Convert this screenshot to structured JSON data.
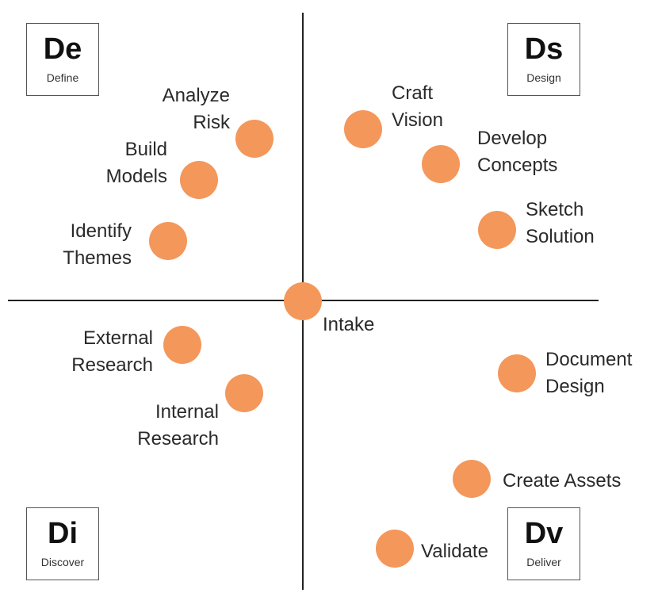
{
  "quadrants": {
    "define": {
      "abbr": "De",
      "label": "Define"
    },
    "design": {
      "abbr": "Ds",
      "label": "Design"
    },
    "discover": {
      "abbr": "Di",
      "label": "Discover"
    },
    "deliver": {
      "abbr": "Dv",
      "label": "Deliver"
    }
  },
  "steps": {
    "intake": "Intake",
    "analyze_risk": "Analyze\nRisk",
    "build_models": "Build\nModels",
    "identify_themes": "Identify\nThemes",
    "craft_vision": "Craft\nVision",
    "develop_concepts": "Develop\nConcepts",
    "sketch_solution": "Sketch\nSolution",
    "external_research": "External\nResearch",
    "internal_research": "Internal\nResearch",
    "document_design": "Document\nDesign",
    "create_assets": "Create Assets",
    "validate": "Validate"
  },
  "colors": {
    "node": "#F4975B",
    "axis": "#222222"
  }
}
